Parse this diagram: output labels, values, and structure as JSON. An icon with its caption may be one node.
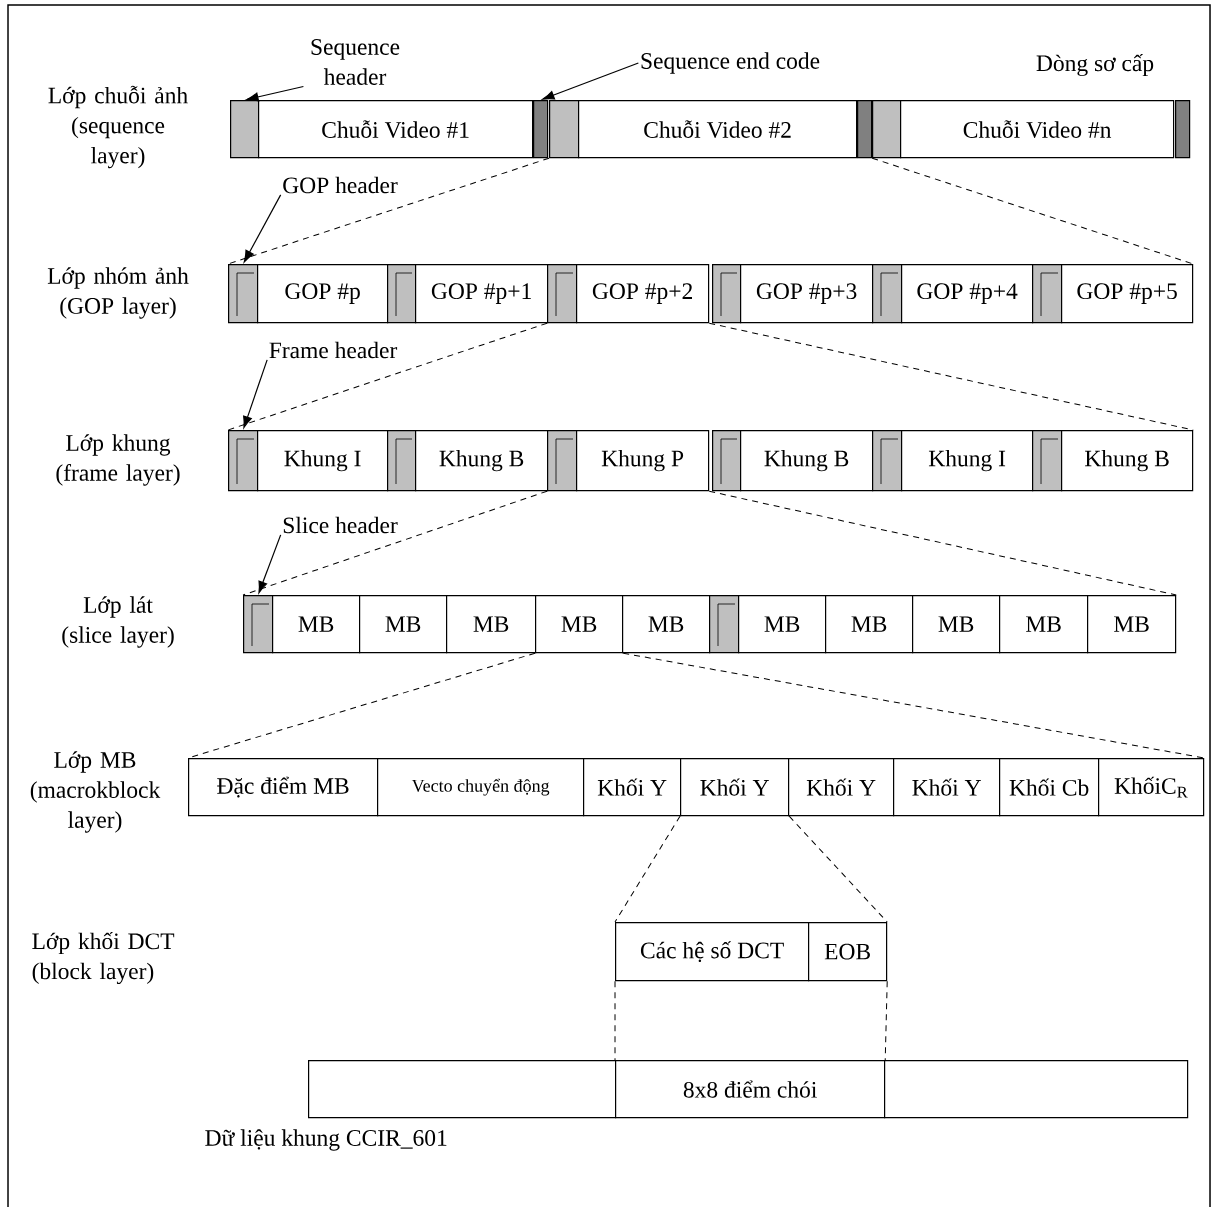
{
  "diagram": {
    "nodes": [
      {
        "text": [
          "Sequence header"
        ]
      },
      {
        "text": [
          "Sequence end code"
        ]
      },
      {
        "text": [],
        "shape": "box"
      },
      {
        "text": [
          "Chuỗi Video #1"
        ]
      },
      {
        "text": [],
        "shape": "box"
      },
      {
        "text": [],
        "shape": "box"
      },
      {
        "text": [
          "Chuỗi Video #2"
        ]
      },
      {
        "text": [],
        "shape": "box"
      },
      {
        "text": [],
        "shape": "box"
      },
      {
        "text": [
          "Chuỗi Video #n"
        ]
      },
      {
        "text": [],
        "shape": "box"
      },
      {
        "text": [
          "GOP header"
        ]
      },
      {
        "text": [],
        "shape": "box"
      },
      {
        "text": [
          "GOP #p"
        ]
      },
      {
        "text": [],
        "shape": "box"
      },
      {
        "text": [
          "GOP #p+1"
        ]
      },
      {
        "text": [],
        "shape": "box"
      },
      {
        "text": [
          "GOP #p+2"
        ]
      },
      {
        "text": [],
        "shape": "box"
      },
      {
        "text": [
          "GOP #p+3"
        ]
      },
      {
        "text": [],
        "shape": "box"
      },
      {
        "text": [
          "GOP #p+4"
        ]
      },
      {
        "text": [],
        "shape": "box"
      },
      {
        "text": [
          "GOP #p+5"
        ]
      },
      {
        "text": [
          "Frame header"
        ]
      },
      {
        "text": [],
        "shape": "box"
      },
      {
        "text": [
          "Khung I"
        ]
      },
      {
        "text": [],
        "shape": "box"
      },
      {
        "text": [
          "Khung B"
        ]
      },
      {
        "text": [],
        "shape": "box"
      },
      {
        "text": [
          "Khung P"
        ]
      },
      {
        "text": [],
        "shape": "box"
      },
      {
        "text": [
          "Khung B"
        ]
      },
      {
        "text": [],
        "shape": "box"
      },
      {
        "text": [
          "Khung I"
        ]
      },
      {
        "text": [],
        "shape": "box"
      },
      {
        "text": [
          "Khung B"
        ]
      },
      {
        "text": [
          "Slice header"
        ]
      },
      {
        "text": [],
        "shape": "box"
      },
      {
        "text": [
          "MB"
        ]
      },
      {
        "text": [
          "MB"
        ]
      },
      {
        "text": [
          "MB"
        ]
      },
      {
        "text": [
          "MB"
        ]
      },
      {
        "text": [
          "MB"
        ]
      },
      {
        "text": [],
        "shape": "box"
      },
      {
        "text": [
          "MB"
        ]
      },
      {
        "text": [
          "MB"
        ]
      },
      {
        "text": [
          "MB"
        ]
      },
      {
        "text": [
          "MB"
        ]
      },
      {
        "text": [
          "MB"
        ]
      },
      {
        "text": [
          "Đặc điểm MB"
        ]
      },
      {
        "text": [
          "Vecto chuyển động"
        ]
      },
      {
        "text": [
          "Khối Y"
        ]
      },
      {
        "text": [
          "Khối Y"
        ]
      },
      {
        "text": [
          "Khối Y"
        ]
      },
      {
        "text": [
          "Khối Y"
        ]
      },
      {
        "text": [
          "Khối Cb"
        ]
      },
      {
        "text": [
          "KhốiC$_{R}$"
        ]
      },
      {
        "text": [
          "Các hệ số DCT"
        ]
      },
      {
        "text": [
          "EOB"
        ]
      },
      {
        "text": [],
        "shape": "box"
      },
      {
        "text": [
          "8x8 điểm chói"
        ]
      },
      {
        "text": [],
        "shape": "box"
      }
    ],
    "edges": [
      {
        "from": 0,
        "to": 2,
        "arrow": "to"
      },
      {
        "from": 1,
        "to": 4,
        "arrow": "to"
      },
      {
        "from": 5,
        "to": 12,
        "arrow": "none",
        "style": "dashed"
      },
      {
        "from": 7,
        "to": 23,
        "arrow": "none",
        "style": "dashed"
      },
      {
        "from": 11,
        "to": 12,
        "arrow": "to"
      },
      {
        "from": 16,
        "to": 25,
        "arrow": "none",
        "style": "dashed"
      },
      {
        "from": 17,
        "to": 36,
        "arrow": "none",
        "style": "dashed"
      },
      {
        "from": 24,
        "to": 25,
        "arrow": "to"
      },
      {
        "from": 29,
        "to": 38,
        "arrow": "none",
        "style": "dashed"
      },
      {
        "from": 30,
        "to": 49,
        "arrow": "none",
        "style": "dashed"
      },
      {
        "from": 37,
        "to": 38,
        "arrow": "to"
      },
      {
        "from": 42,
        "to": 50,
        "arrow": "none",
        "style": "dashed"
      },
      {
        "from": 42,
        "to": 57,
        "arrow": "none",
        "style": "dashed"
      },
      {
        "from": 53,
        "to": 58,
        "arrow": "none",
        "style": "dashed"
      },
      {
        "from": 53,
        "to": 59,
        "arrow": "none",
        "style": "dashed"
      },
      {
        "from": 58,
        "to": 61,
        "arrow": "none",
        "style": "dashed"
      },
      {
        "from": 59,
        "to": 61,
        "arrow": "none",
        "style": "dashed"
      }
    ],
    "labels": [
      "Lớp chuỗi ảnh (sequence layer)",
      "Dòng sơ cấp",
      "Lớp nhóm ảnh (GOP layer)",
      "Lớp khung (frame layer)",
      "Lớp lát (slice layer)",
      "Lớp MB (macrokblock layer)",
      "Lớp khối DCT (block layer)",
      "Dữ liệu khung CCIR_601"
    ]
  }
}
